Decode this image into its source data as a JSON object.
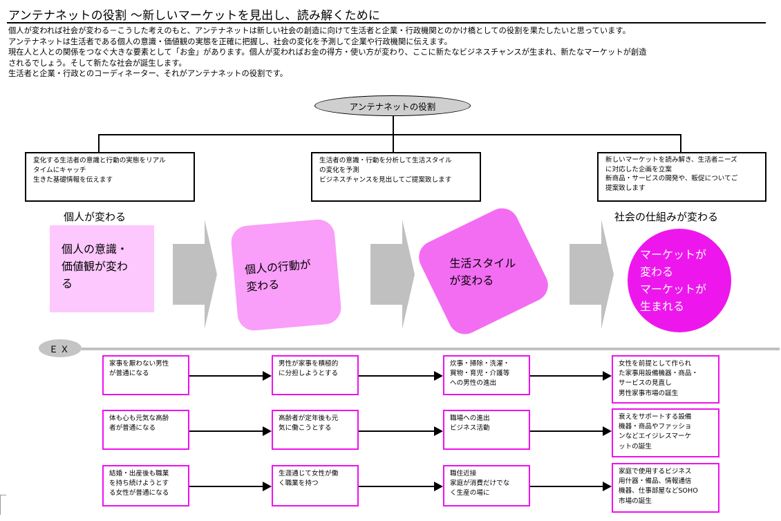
{
  "title": "アンテナネットの役割 〜新しいマーケットを見出し、読み解くために",
  "intro": [
    "個人が変われば社会が変わる－こうした考えのもと、アンテナネットは新しい社会の創造に向けて生活者と企業・行政機関とのかけ橋としての役割を果たしたいと思っています。",
    "アンテナネットは生活者である個人の意識・価値観の実態を正確に把握し、社会の変化を予測して企業や行政機関に伝えます。",
    "現在人と人との関係をつなぐ大きな要素として「お金」があります。個人が変わればお金の得方・使い方が変わり、ここに新たなビジネスチャンスが生まれ、新たなマーケットが創造",
    "されるでしょう。そして新たな社会が誕生します。",
    "生活者と企業・行政とのコーディネーター、それがアンテナネットの役割です。"
  ],
  "role_label": "アンテナネットの役割",
  "roles": [
    [
      "変化する生活者の意識と行動の実態をリアル",
      "タイムにキャッチ",
      "生きた基礎情報を伝えます"
    ],
    [
      "生活者の意識・行動を分析して生活スタイル",
      "の変化を予測",
      "ビジネスチャンスを見出してご提案致します"
    ],
    [
      "新しいマーケットを読み解き、生活者ニーズ",
      "に対応した企画を立案",
      "新商品・サービスの開発や、販促についてご",
      "提案致します"
    ]
  ],
  "caption_left": "個人が変わる",
  "caption_right": "社会の仕組みが変わる",
  "stages": [
    "個人の意識・\n価値観が変わ\nる",
    "個人の行動が\n変わる",
    "生活スタイル\nが変わる",
    "マーケットが\n変わる\nマーケットが\n生まれる"
  ],
  "ex_label": "ＥＸ",
  "examples": [
    [
      [
        "家事を厭わない男性",
        "が普通になる"
      ],
      [
        "男性が家事を積極的",
        "に分担しようとする"
      ],
      [
        "炊事・掃除・洗濯・",
        "買物・育児・介護等",
        "への男性の進出"
      ],
      [
        "女性を前提として作られ",
        "た家事用設備機器・商品・",
        "サービスの見直し",
        "男性家事市場の誕生"
      ]
    ],
    [
      [
        "体も心も元気な高齢",
        "者が普通になる"
      ],
      [
        "高齢者が定年後も元",
        "気に働こうとする"
      ],
      [
        "職場への進出",
        "ビジネス活動"
      ],
      [
        "衰えをサポートする設備",
        "機器・商品やファッショ",
        "ンなどエイジレスマーケ",
        "ットの誕生"
      ]
    ],
    [
      [
        "結婚・出産後も職業",
        "を持ち続けようとす",
        "る女性が普通になる"
      ],
      [
        "生涯通じて女性が働",
        "く職業を持つ"
      ],
      [
        "職住近接",
        "家庭が消費だけでな",
        "く生産の場に"
      ],
      [
        "家庭で使用するビジネス",
        "用什器・備品、情報通信",
        "機器、仕事部屋などSOHO",
        "市場の誕生"
      ]
    ]
  ],
  "colors": {
    "stage1": "#fdc8fd",
    "stage2": "#f99ef9",
    "stage3": "#f36df3",
    "stage4": "#ed17ed",
    "example_border": "#ee10ee",
    "arrow_gray": "#c0c0c0"
  }
}
